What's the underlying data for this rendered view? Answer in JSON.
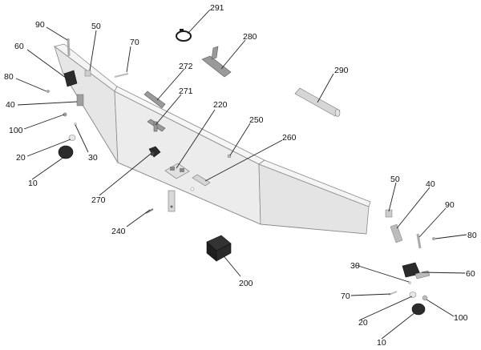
{
  "callouts": [
    {
      "id": "c90a",
      "text": "90"
    },
    {
      "id": "c50a",
      "text": "50"
    },
    {
      "id": "c70a",
      "text": "70"
    },
    {
      "id": "c291",
      "text": "291"
    },
    {
      "id": "c280",
      "text": "280"
    },
    {
      "id": "c60a",
      "text": "60"
    },
    {
      "id": "c80a",
      "text": "80"
    },
    {
      "id": "c272",
      "text": "272"
    },
    {
      "id": "c290",
      "text": "290"
    },
    {
      "id": "c40a",
      "text": "40"
    },
    {
      "id": "c271",
      "text": "271"
    },
    {
      "id": "c220",
      "text": "220"
    },
    {
      "id": "c100a",
      "text": "100"
    },
    {
      "id": "c250",
      "text": "250"
    },
    {
      "id": "c20a",
      "text": "20"
    },
    {
      "id": "c30a",
      "text": "30"
    },
    {
      "id": "c260",
      "text": "260"
    },
    {
      "id": "c10a",
      "text": "10"
    },
    {
      "id": "c270",
      "text": "270"
    },
    {
      "id": "c50b",
      "text": "50"
    },
    {
      "id": "c40b",
      "text": "40"
    },
    {
      "id": "c90b",
      "text": "90"
    },
    {
      "id": "c240",
      "text": "240"
    },
    {
      "id": "c80b",
      "text": "80"
    },
    {
      "id": "c200",
      "text": "200"
    },
    {
      "id": "c30b",
      "text": "30"
    },
    {
      "id": "c60b",
      "text": "60"
    },
    {
      "id": "c70b",
      "text": "70"
    },
    {
      "id": "c20b",
      "text": "20"
    },
    {
      "id": "c100b",
      "text": "100"
    },
    {
      "id": "c10b",
      "text": "10"
    }
  ]
}
